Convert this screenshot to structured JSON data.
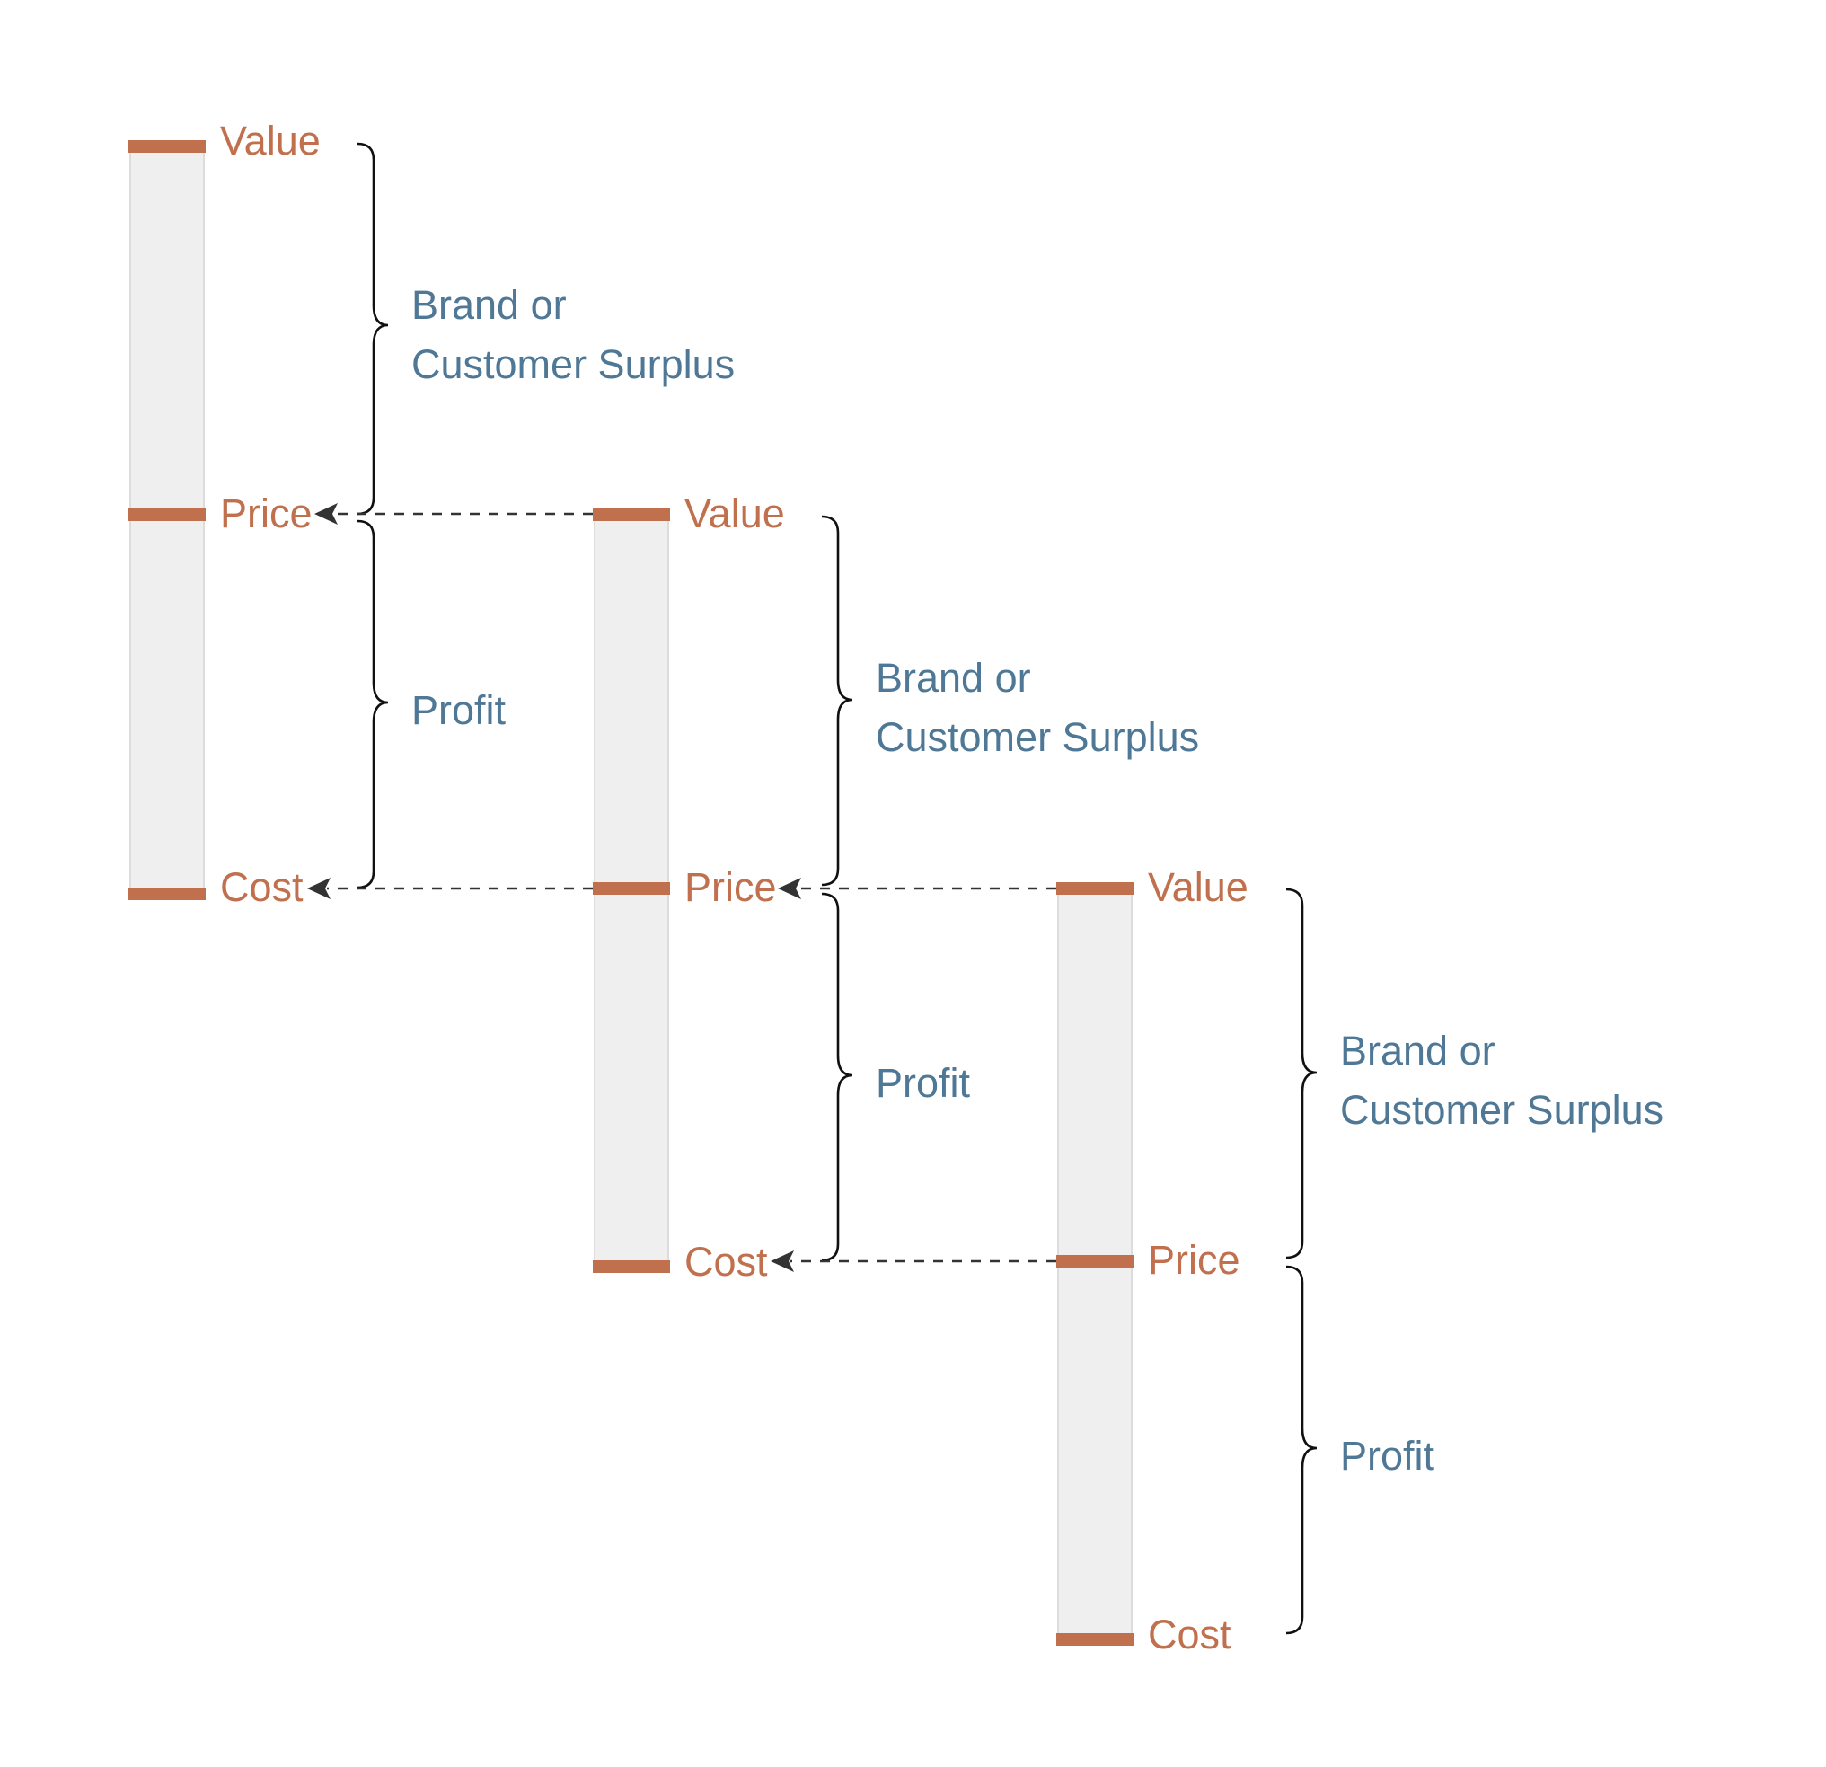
{
  "colors": {
    "level": "#c0704d",
    "bracket_text": "#4f7896",
    "bar_fill": "#efefef",
    "bar_edge": "#dddddd",
    "brace": "#111111",
    "connector": "#333333"
  },
  "stages": [
    {
      "value_label": "Value",
      "price_label": "Price",
      "cost_label": "Cost",
      "surplus_line1": "Brand or",
      "surplus_line2": "Customer Surplus",
      "profit_label": "Profit"
    },
    {
      "value_label": "Value",
      "price_label": "Price",
      "cost_label": "Cost",
      "surplus_line1": "Brand or",
      "surplus_line2": "Customer Surplus",
      "profit_label": "Profit"
    },
    {
      "value_label": "Value",
      "price_label": "Price",
      "cost_label": "Cost",
      "surplus_line1": "Brand or",
      "surplus_line2": "Customer Surplus",
      "profit_label": "Profit"
    }
  ],
  "connectors": [
    {
      "from": "stage-2-value",
      "to": "stage-1-price"
    },
    {
      "from": "stage-2-price",
      "to": "stage-1-cost"
    },
    {
      "from": "stage-3-value",
      "to": "stage-2-price"
    },
    {
      "from": "stage-3-price",
      "to": "stage-2-cost"
    }
  ]
}
